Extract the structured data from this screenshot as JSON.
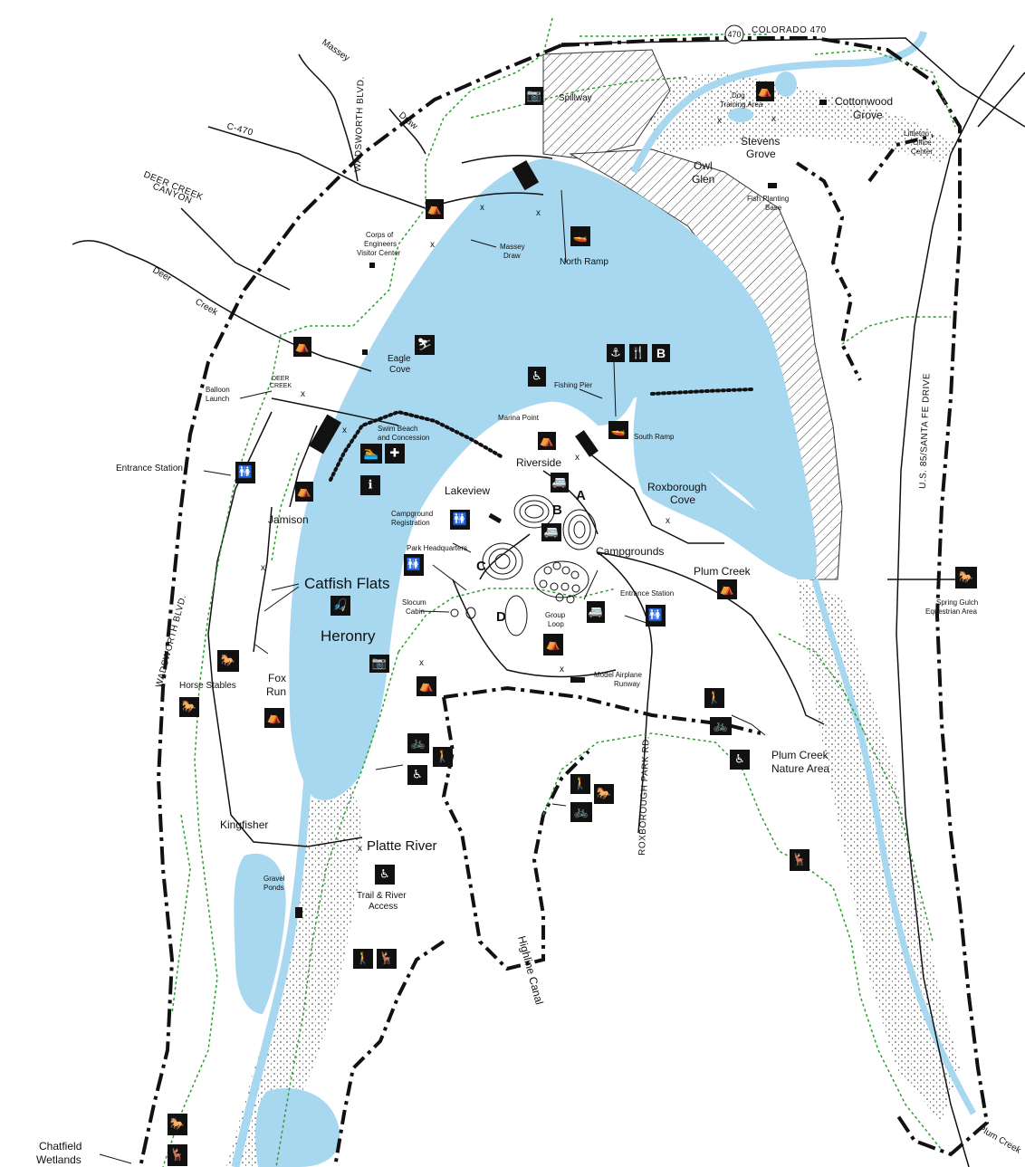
{
  "roads": {
    "colorado_470": "COLORADO 470",
    "shield_470": "470",
    "c470": "C-470",
    "wadsworth_north": "WADSWORTH BLVD.",
    "wadsworth_west": "WADSWORTH BLVD.",
    "us85": "U.S. 85/SANTA FE DRIVE",
    "roxborough": "ROXBOROUGH PARK RD.",
    "deer_creek_canyon": [
      "DEER CREEK",
      "CANYON"
    ],
    "massey": "Massey",
    "draw": "Draw",
    "deer_creek": "Deer",
    "creek_word": "Creek",
    "deer_creek_small": [
      "DEER",
      "CREEK"
    ],
    "plum_creek_river": "Plum Creek",
    "highline_canal": "Highline Canal"
  },
  "areas": {
    "cottonwood_grove": [
      "Cottonwood",
      "Grove"
    ],
    "stevens_grove": [
      "Stevens",
      "Grove"
    ],
    "owl_glen": [
      "Owl",
      "Glen"
    ],
    "littleton_office": [
      "Littleton",
      "Office",
      "Center"
    ],
    "dog_training": [
      "Dog",
      "Training Area"
    ],
    "spillway": "Spillway",
    "fish_planting": [
      "Fish Planting",
      "Base"
    ],
    "north_ramp": "North Ramp",
    "massey_draw": [
      "Massey",
      "Draw"
    ],
    "corps_visitor": [
      "Corps of",
      "Engineers",
      "Visitor Center"
    ],
    "eagle_cove": [
      "Eagle",
      "Cove"
    ],
    "balloon_launch": [
      "Balloon",
      "Launch"
    ],
    "swim_beach": [
      "Swim Beach",
      "and Concession"
    ],
    "entrance_station_w": "Entrance Station",
    "jamison": "Jamison",
    "catfish_flats": "Catfish Flats",
    "heronry": "Heronry",
    "fox_run": [
      "Fox",
      "Run"
    ],
    "horse_stables": "Horse Stables",
    "kingfisher": "Kingfisher",
    "gravel_ponds": [
      "Gravel",
      "Ponds"
    ],
    "platte_river": "Platte River",
    "trail_river": [
      "Trail & River",
      "Access"
    ],
    "chatfield_wetlands": [
      "Chatfield",
      "Wetlands"
    ],
    "fishing_pier": "Fishing Pier",
    "marina_point": "Marina Point",
    "south_ramp": "South Ramp",
    "riverside": "Riverside",
    "lakeview": "Lakeview",
    "campground_reg": [
      "Campground",
      "Registration"
    ],
    "park_hq": "Park Headquarters",
    "slocum_cabin": [
      "Slocum",
      "Cabin"
    ],
    "group_loop": [
      "Group",
      "Loop"
    ],
    "entrance_station_e": "Entrance Station",
    "campgrounds": "Campgrounds",
    "roxborough_cove": [
      "Roxborough",
      "Cove"
    ],
    "plum_creek": "Plum Creek",
    "model_airplane": [
      "Model Airplane",
      "Runway"
    ],
    "plum_creek_nature": [
      "Plum Creek",
      "Nature Area"
    ],
    "spring_gulch": [
      "Spring Gulch",
      "Equestrian Area"
    ],
    "camp_a": "A",
    "camp_b": "B",
    "camp_c": "C",
    "camp_d": "D"
  },
  "icons": {
    "anchor": "⚓",
    "food": "🍴",
    "marina_b": "B",
    "camera": "📷",
    "picnic": "⛺",
    "boat_ramp": "🚤",
    "water_ski": "⛷",
    "swim": "🏊",
    "first_aid": "✚",
    "info": "ℹ",
    "wheelchair": "♿",
    "hiker": "🚶",
    "bike": "🚲",
    "horse": "🐎",
    "deer": "🦌",
    "camping": "⛺",
    "rv": "🚐",
    "fishing": "🎣",
    "restroom": "🚻"
  },
  "colors": {
    "water": "#a8d8f0",
    "trail": "#2e9e2e",
    "road": "#111111"
  }
}
